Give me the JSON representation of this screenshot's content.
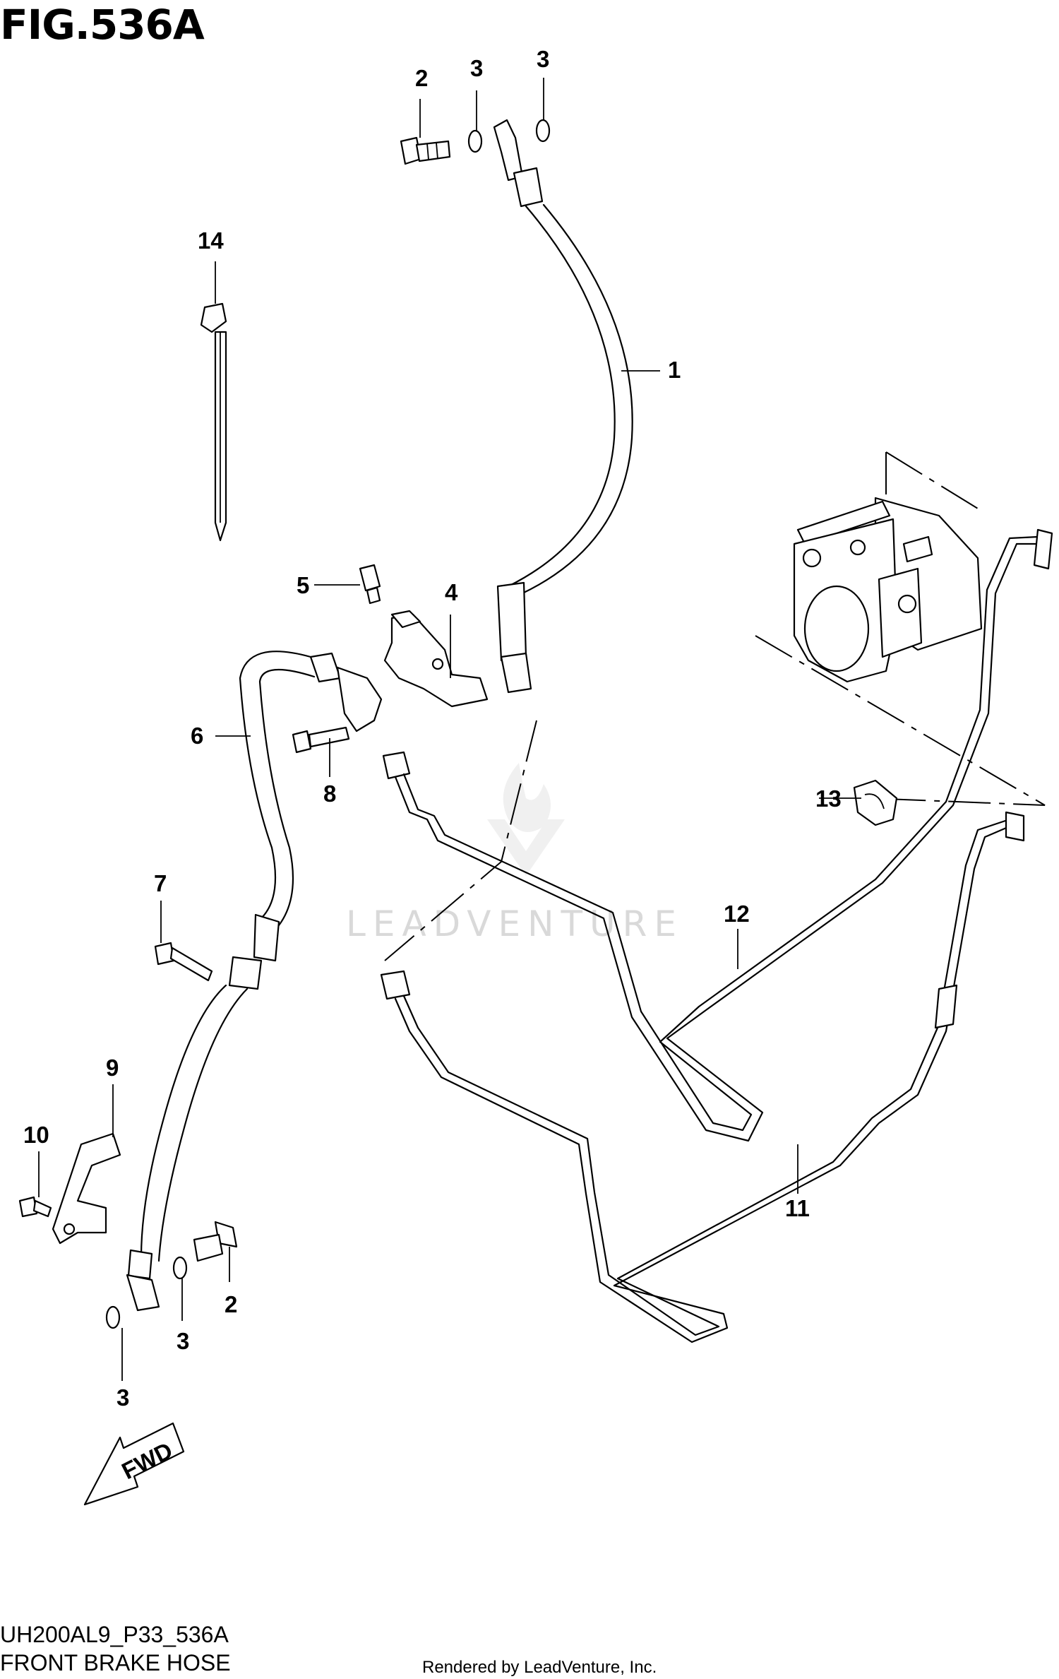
{
  "figure": {
    "title": "FIG.536A",
    "code": "UH200AL9_P33_536A",
    "name": "FRONT BRAKE HOSE",
    "credit": "Rendered by LeadVenture, Inc."
  },
  "watermark": {
    "text": "LEADVENTURE"
  },
  "fwd_label": "FWD",
  "callouts": {
    "c1": "1",
    "c2a": "2",
    "c2b": "2",
    "c3a": "3",
    "c3b": "3",
    "c3c": "3",
    "c3d": "3",
    "c4": "4",
    "c5": "5",
    "c6": "6",
    "c7": "7",
    "c8": "8",
    "c9": "9",
    "c10": "10",
    "c11": "11",
    "c12": "12",
    "c13": "13",
    "c14": "14"
  },
  "parts": [
    {
      "ref": "1",
      "icon": "brake-hose-upper-icon"
    },
    {
      "ref": "2",
      "icon": "union-bolt-icon"
    },
    {
      "ref": "3",
      "icon": "washer-icon"
    },
    {
      "ref": "4",
      "icon": "hose-bracket-icon"
    },
    {
      "ref": "5",
      "icon": "screw-icon"
    },
    {
      "ref": "6",
      "icon": "brake-hose-lower-icon"
    },
    {
      "ref": "7",
      "icon": "bolt-icon"
    },
    {
      "ref": "8",
      "icon": "bolt-icon"
    },
    {
      "ref": "9",
      "icon": "hose-clamp-bracket-icon"
    },
    {
      "ref": "10",
      "icon": "bolt-icon"
    },
    {
      "ref": "11",
      "icon": "brake-pipe-icon"
    },
    {
      "ref": "12",
      "icon": "brake-pipe-icon"
    },
    {
      "ref": "13",
      "icon": "pipe-clamp-icon"
    },
    {
      "ref": "14",
      "icon": "cable-tie-icon"
    }
  ]
}
